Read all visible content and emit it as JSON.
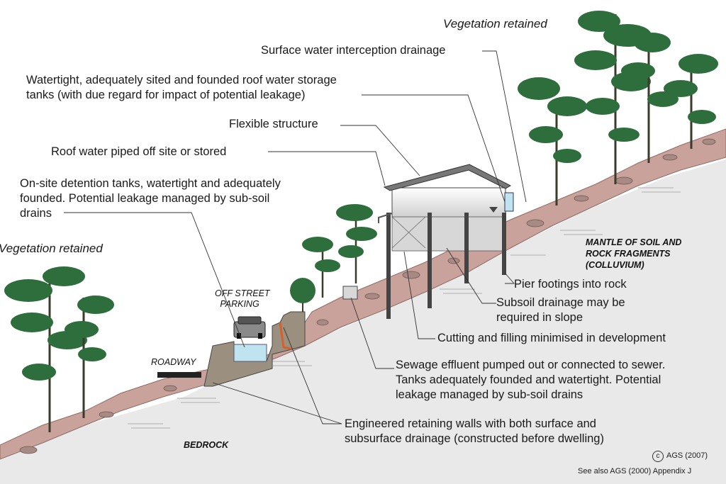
{
  "labels": {
    "vegetation_retained_top": "Vegetation retained",
    "surface_water_interception": "Surface water interception drainage",
    "roof_tanks_line1": "Watertight, adequately sited and founded roof water storage",
    "roof_tanks_line2": "tanks (with due regard for impact of potential leakage)",
    "flexible_structure": "Flexible structure",
    "roof_water_piped": "Roof water piped off site or stored",
    "detention_line1": "On-site detention tanks, watertight and adequately",
    "detention_line2": "founded.  Potential leakage managed by sub-soil",
    "detention_line3": "drains",
    "vegetation_retained_left": "Vegetation retained",
    "off_street_line1": "OFF STREET",
    "off_street_line2": "PARKING",
    "roadway": "ROADWAY",
    "mantle_line1": "MANTLE OF SOIL AND",
    "mantle_line2": "ROCK FRAGMENTS",
    "mantle_line3": "(COLLUVIUM)",
    "pier_footings": "Pier footings into rock",
    "subsoil_line1": "Subsoil drainage may be",
    "subsoil_line2": "required in slope",
    "cutting_filling": "Cutting and filling minimised in development",
    "sewage_line1": "Sewage effluent pumped out or connected to sewer.",
    "sewage_line2": "Tanks adequately founded and watertight.  Potential",
    "sewage_line3": "leakage managed by sub-soil drains",
    "retaining_line1": "Engineered retaining walls with both surface and",
    "retaining_line2": "subsurface drainage (constructed before dwelling)",
    "bedrock": "BEDROCK",
    "copyright": "AGS (2007)",
    "copyright_symbol": "c",
    "see_also": "See also AGS (2000) Appendix J"
  },
  "colors": {
    "soil": "#c9a29b",
    "bedrock": "#e9e9e9",
    "tree": "#2e6e3c",
    "house": "#e6e6e6",
    "roof": "#777777",
    "leader": "#333333",
    "water": "#bfe4ef"
  },
  "icons": [
    "tree-icon",
    "car-icon",
    "house-icon",
    "water-tank-icon"
  ]
}
